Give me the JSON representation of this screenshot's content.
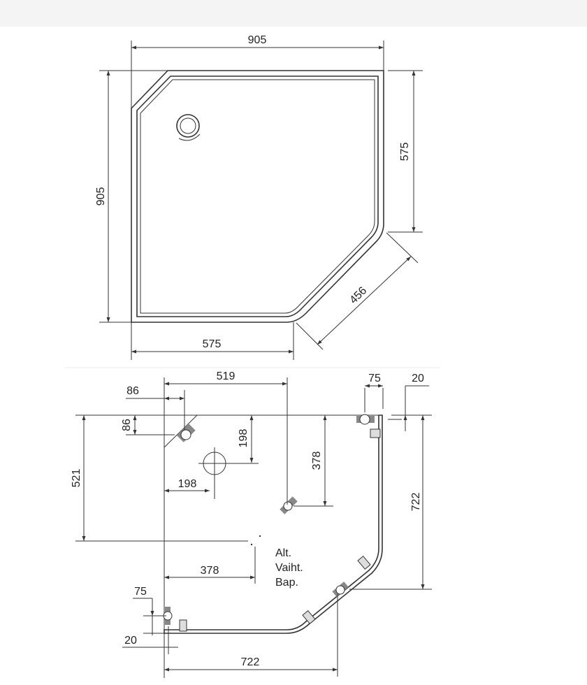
{
  "top_view": {
    "dims": {
      "width_top": "905",
      "height_left": "905",
      "right_side": "575",
      "diagonal": "456",
      "bottom": "575"
    }
  },
  "bottom_view": {
    "dims": {
      "top_519": "519",
      "top_86": "86",
      "left_86": "86",
      "left_521": "521",
      "vert_198": "198",
      "horiz_198": "198",
      "vert_378": "378",
      "horiz_378": "378",
      "right_722": "722",
      "bottom_722": "722",
      "top_75": "75",
      "top_20": "20",
      "bottom_75": "75",
      "bottom_20": "20"
    },
    "note": [
      "Alt.",
      "Vaiht.",
      "Bap."
    ]
  }
}
